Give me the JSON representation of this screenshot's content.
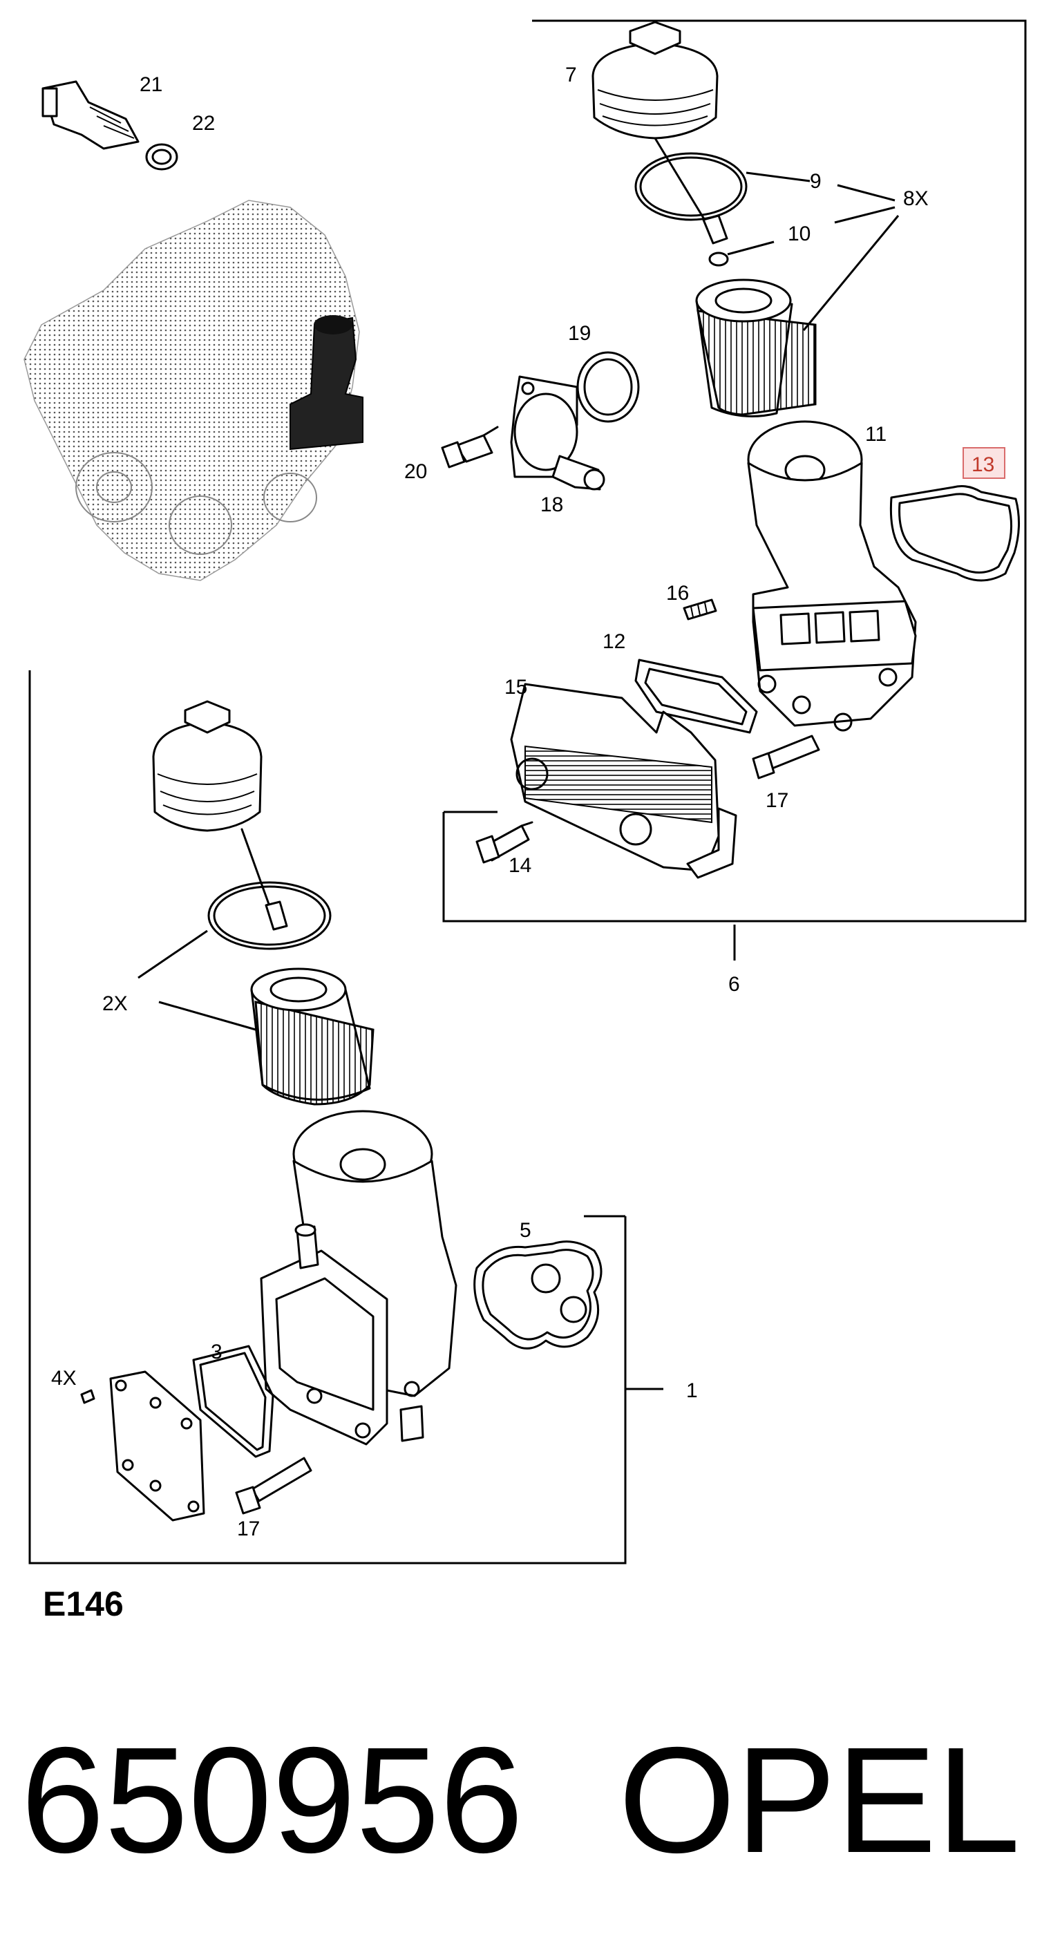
{
  "diagram": {
    "code": "E146",
    "footer": {
      "part_number": "650956",
      "brand": "OPEL"
    },
    "highlighted_item": "13",
    "labels": {
      "l21": "21",
      "l22": "22",
      "l7": "7",
      "l9": "9",
      "l8x": "8X",
      "l10": "10",
      "l19": "19",
      "l11": "11",
      "l13": "13",
      "l20": "20",
      "l18": "18",
      "l16": "16",
      "l12": "12",
      "l15": "15",
      "l17a": "17",
      "l14": "14",
      "l6": "6",
      "l2x": "2X",
      "l5": "5",
      "l3": "3",
      "l4x": "4X",
      "l1": "1",
      "l17b": "17"
    }
  }
}
